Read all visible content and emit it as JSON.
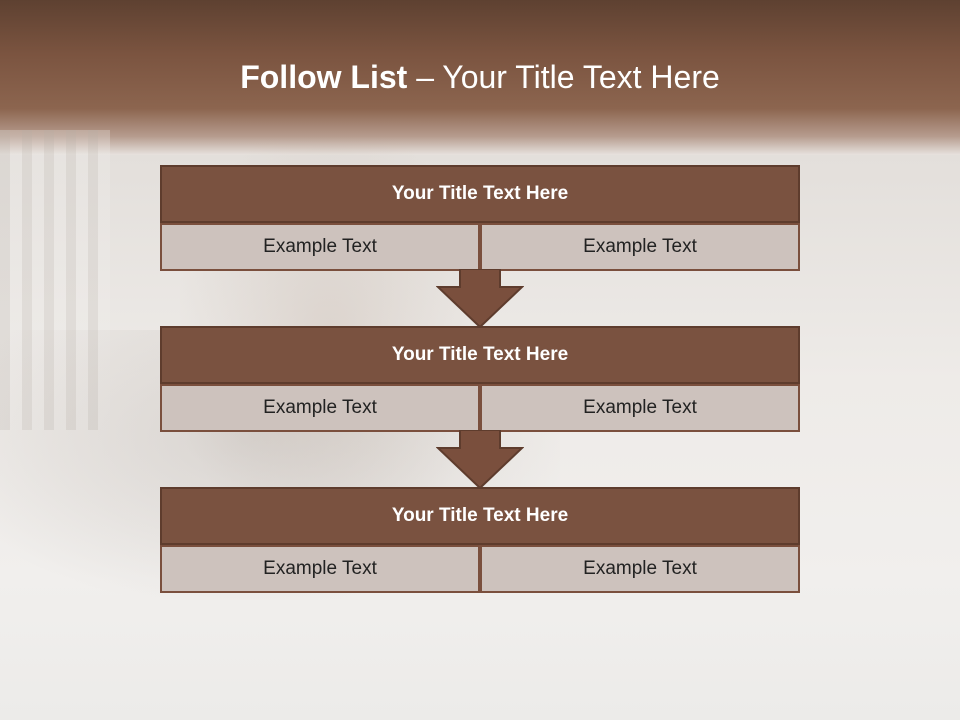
{
  "slide": {
    "title_bold": "Follow List",
    "title_rest": " – Your Title Text Here"
  },
  "blocks": [
    {
      "title": "Your Title Text Here",
      "left": "Example Text",
      "right": "Example Text"
    },
    {
      "title": "Your Title Text Here",
      "left": "Example Text",
      "right": "Example Text"
    },
    {
      "title": "Your Title Text Here",
      "left": "Example Text",
      "right": "Example Text"
    }
  ],
  "colors": {
    "header_brown": "#7a5240",
    "cell_fill": "#cdc2bd",
    "arrow_fill": "#7a4f3d"
  }
}
